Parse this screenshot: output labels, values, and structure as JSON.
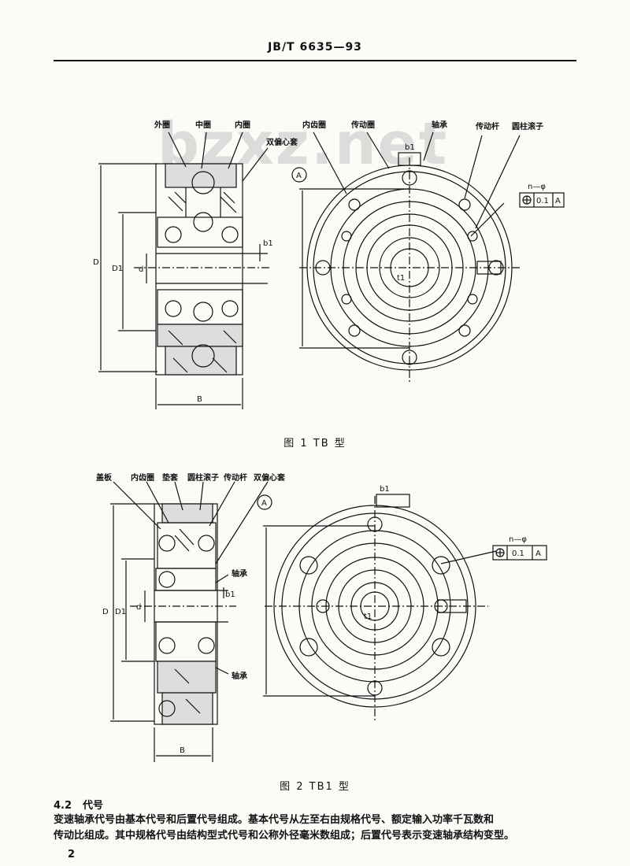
{
  "header": {
    "standard_no": "JB/T 6635—93"
  },
  "watermark": "bzxz.net",
  "figure1": {
    "labels": {
      "outer_ring": "外圈",
      "middle_ring": "中圈",
      "inner_ring": "内圈",
      "double_eccentric": "双偏心套",
      "internal_gear_ring": "内齿圈",
      "drive_ring": "传动圈",
      "bearing": "轴承",
      "drive_rod": "传动杆",
      "cylindrical_roller": "圆柱滚子"
    },
    "dims": {
      "D": "D",
      "D1": "D1",
      "d": "d",
      "B": "B",
      "b1": "b1",
      "t1": "t1",
      "datum": "A",
      "tol_label": "n—φ",
      "tol_value": "0.1",
      "tol_datum": "A"
    },
    "caption": "图 1 TB 型"
  },
  "figure2": {
    "labels": {
      "cover_plate": "盖板",
      "internal_gear_ring": "内齿圈",
      "spacer": "垫套",
      "cylindrical_roller": "圆柱滚子",
      "drive_rod": "传动杆",
      "double_eccentric": "双偏心套",
      "bearing_upper": "轴承",
      "bearing_lower": "轴承"
    },
    "dims": {
      "D": "D",
      "D1": "D1",
      "d": "d",
      "B": "B",
      "b1": "b1",
      "t1": "t1",
      "datum": "A",
      "tol_label": "n—φ",
      "tol_value": "0.1",
      "tol_datum": "A"
    },
    "caption": "图 2 TB1 型"
  },
  "section": {
    "number": "4.2",
    "title": "代号",
    "line1": "变速轴承代号由基本代号和后置代号组成。基本代号从左至右由规格代号、额定输入功率千瓦数和",
    "line2": "传动比组成。其中规格代号由结构型式代号和公称外径毫米数组成；后置代号表示变速轴承结构变型。"
  },
  "page_number": "2"
}
